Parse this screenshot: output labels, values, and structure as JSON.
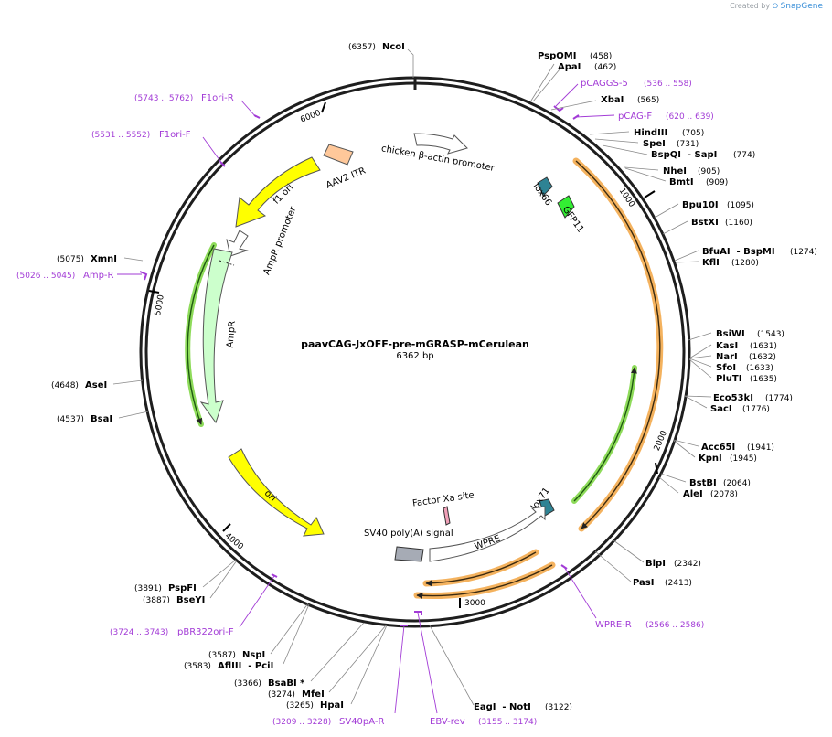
{
  "credit": {
    "prefix": "Created by",
    "brand": "SnapGene"
  },
  "plasmid": {
    "name": "paavCAG-JxOFF-pre-mGRASP-mCerulean",
    "size_label": "6362 bp",
    "length": 6362
  },
  "colors": {
    "backbone": "#1e1e1e",
    "primer": "#a23bd6",
    "yellow": "#ffff00",
    "amp": "#ccffcc",
    "promoter": "#ffffff",
    "itr": "#ffc89a",
    "lox": "#2e8394",
    "gfp": "#33ee33",
    "polya": "#a6abb5",
    "orange_glow": "#f4b25e",
    "green_glow": "#8edb5a",
    "dark_line": "#3a2a10"
  },
  "ticks": [
    {
      "pos": 1000,
      "label": "1000"
    },
    {
      "pos": 2000,
      "label": "2000"
    },
    {
      "pos": 3000,
      "label": "3000"
    },
    {
      "pos": 4000,
      "label": "4000"
    },
    {
      "pos": 5000,
      "label": "5000"
    },
    {
      "pos": 6000,
      "label": "6000"
    }
  ],
  "enzymes": [
    {
      "name": "NcoI",
      "pos": "(6357)",
      "side": "left"
    },
    {
      "name": "PspOMI",
      "pos": "(458)",
      "side": "right"
    },
    {
      "name": "ApaI",
      "pos": "(462)",
      "side": "right"
    },
    {
      "name": "XbaI",
      "pos": "(565)",
      "side": "right"
    },
    {
      "name": "HindIII",
      "pos": "(705)",
      "side": "right"
    },
    {
      "name": "SpeI",
      "pos": "(731)",
      "side": "right"
    },
    {
      "name": "BspQI  - SapI",
      "pos": "(774)",
      "side": "right"
    },
    {
      "name": "NheI",
      "pos": "(905)",
      "side": "right"
    },
    {
      "name": "BmtI",
      "pos": "(909)",
      "side": "right"
    },
    {
      "name": "Bpu10I",
      "pos": "(1095)",
      "side": "right"
    },
    {
      "name": "BstXI",
      "pos": "(1160)",
      "side": "right"
    },
    {
      "name": "BfuAI  - BspMI",
      "pos": "(1274)",
      "side": "right"
    },
    {
      "name": "KflI",
      "pos": "(1280)",
      "side": "right"
    },
    {
      "name": "BsiWI",
      "pos": "(1543)",
      "side": "right"
    },
    {
      "name": "KasI",
      "pos": "(1631)",
      "side": "right"
    },
    {
      "name": "NarI",
      "pos": "(1632)",
      "side": "right"
    },
    {
      "name": "SfoI",
      "pos": "(1633)",
      "side": "right"
    },
    {
      "name": "PluTI",
      "pos": "(1635)",
      "side": "right"
    },
    {
      "name": "Eco53kI",
      "pos": "(1774)",
      "side": "right"
    },
    {
      "name": "SacI",
      "pos": "(1776)",
      "side": "right"
    },
    {
      "name": "Acc65I",
      "pos": "(1941)",
      "side": "right"
    },
    {
      "name": "KpnI",
      "pos": "(1945)",
      "side": "right"
    },
    {
      "name": "BstBI",
      "pos": "(2064)",
      "side": "right"
    },
    {
      "name": "AleI",
      "pos": "(2078)",
      "side": "right"
    },
    {
      "name": "BlpI",
      "pos": "(2342)",
      "side": "right"
    },
    {
      "name": "PasI",
      "pos": "(2413)",
      "side": "right"
    },
    {
      "name": "EagI  - NotI",
      "pos": "(3122)",
      "side": "right"
    },
    {
      "name": "HpaI",
      "pos": "(3265)",
      "side": "left"
    },
    {
      "name": "MfeI",
      "pos": "(3274)",
      "side": "left"
    },
    {
      "name": "BsaBI *",
      "pos": "(3366)",
      "side": "left"
    },
    {
      "name": "AflIII  - PciI",
      "pos": "(3583)",
      "side": "left"
    },
    {
      "name": "NspI",
      "pos": "(3587)",
      "side": "left"
    },
    {
      "name": "BseYI",
      "pos": "(3887)",
      "side": "left"
    },
    {
      "name": "PspFI",
      "pos": "(3891)",
      "side": "left"
    },
    {
      "name": "BsaI",
      "pos": "(4537)",
      "side": "left"
    },
    {
      "name": "AseI",
      "pos": "(4648)",
      "side": "left"
    },
    {
      "name": "XmnI",
      "pos": "(5075)",
      "side": "left"
    }
  ],
  "primers": [
    {
      "name": "pCAGGS-5",
      "range": "(536 .. 558)",
      "side": "right"
    },
    {
      "name": "pCAG-F",
      "range": "(620 .. 639)",
      "side": "right"
    },
    {
      "name": "WPRE-R",
      "range": "(2566 .. 2586)",
      "side": "right"
    },
    {
      "name": "EBV-rev",
      "range": "(3155 .. 3174)",
      "side": "right"
    },
    {
      "name": "SV40pA-R",
      "range": "(3209 .. 3228)",
      "side": "left"
    },
    {
      "name": "pBR322ori-F",
      "range": "(3724 .. 3743)",
      "side": "left"
    },
    {
      "name": "Amp-R",
      "range": "(5026 .. 5045)",
      "side": "left"
    },
    {
      "name": "F1ori-F",
      "range": "(5531 .. 5552)",
      "side": "left"
    },
    {
      "name": "F1ori-R",
      "range": "(5743 .. 5762)",
      "side": "left"
    }
  ],
  "features": [
    {
      "name": "chicken β-actin promoter"
    },
    {
      "name": "AAV2 ITR"
    },
    {
      "name": "f1 ori"
    },
    {
      "name": "AmpR promoter"
    },
    {
      "name": "AmpR"
    },
    {
      "name": "ori"
    },
    {
      "name": "lox66"
    },
    {
      "name": "GFP11"
    },
    {
      "name": "lox71"
    },
    {
      "name": "Factor Xa site"
    },
    {
      "name": "SV40 poly(A) signal"
    },
    {
      "name": "WPRE"
    }
  ]
}
